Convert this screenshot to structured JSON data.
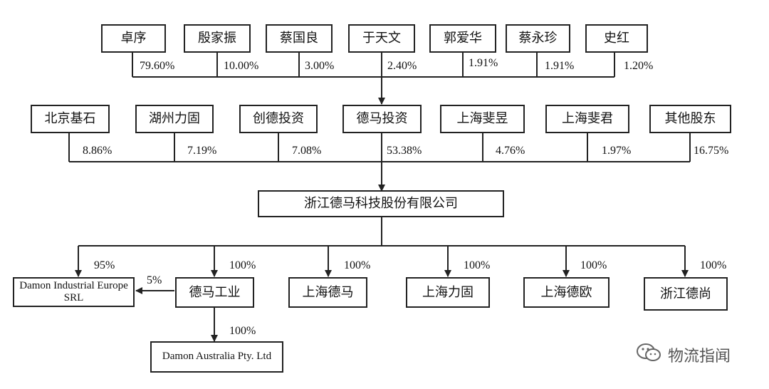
{
  "top_shareholders": [
    {
      "name": "卓序",
      "pct": "79.60%"
    },
    {
      "name": "殷家振",
      "pct": "10.00%"
    },
    {
      "name": "蔡国良",
      "pct": "3.00%"
    },
    {
      "name": "于天文",
      "pct": "2.40%"
    },
    {
      "name": "郭爱华",
      "pct": "1.91%"
    },
    {
      "name": "蔡永珍",
      "pct": "1.91%"
    },
    {
      "name": "史红",
      "pct": "1.20%"
    }
  ],
  "second_shareholders": [
    {
      "name": "北京基石",
      "pct": "8.86%"
    },
    {
      "name": "湖州力固",
      "pct": "7.19%"
    },
    {
      "name": "创德投资",
      "pct": "7.08%"
    },
    {
      "name": "德马投资",
      "pct": "53.38%"
    },
    {
      "name": "上海斐昱",
      "pct": "4.76%"
    },
    {
      "name": "上海斐君",
      "pct": "1.97%"
    },
    {
      "name": "其他股东",
      "pct": "16.75%"
    }
  ],
  "company": {
    "name": "浙江德马科技股份有限公司"
  },
  "subsidiaries": [
    {
      "name": "Damon Industrial Europe SRL",
      "pct": "95%"
    },
    {
      "name": "德马工业",
      "pct": "100%"
    },
    {
      "name": "上海德马",
      "pct": "100%"
    },
    {
      "name": "上海力固",
      "pct": "100%"
    },
    {
      "name": "上海德欧",
      "pct": "100%"
    },
    {
      "name": "浙江德尚",
      "pct": "100%"
    }
  ],
  "sub_subsidiary": {
    "name": "Damon Australia Pty. Ltd",
    "pct": "100%"
  },
  "cross_holding": {
    "pct": "5%"
  },
  "watermark": {
    "text": "物流指闻"
  }
}
